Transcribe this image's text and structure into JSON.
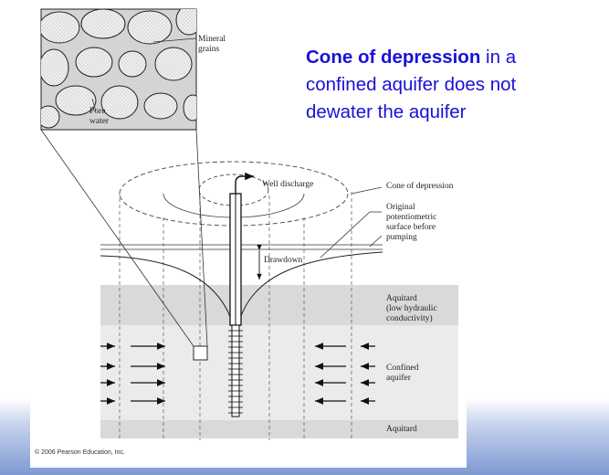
{
  "caption": {
    "bold": "Cone of depression",
    "rest_line1": " in a",
    "line2": "confined aquifer does not",
    "line3": "dewater the aquifer"
  },
  "diagram": {
    "inset_labels": {
      "mineral_grains": [
        "Mineral",
        "grains"
      ],
      "pore_water": [
        "Pore",
        "water"
      ]
    },
    "labels": {
      "well_discharge": "Well discharge",
      "cone_of_depression": "Cone of depression",
      "original_surface": [
        "Original",
        "potentiometric",
        "surface before",
        "pumping"
      ],
      "drawdown": "Drawdown",
      "aquitard_upper": [
        "Aquitard",
        "(low hydraulic",
        "conductivity)"
      ],
      "confined_aquifer": [
        "Confined",
        "aquifer"
      ],
      "aquitard_lower": "Aquitard"
    },
    "colors": {
      "aquitard_fill": "#d9d9d9",
      "aquifer_fill": "#ebebeb",
      "caption_text": "#1a10d8",
      "line": "#222222"
    }
  },
  "copyright": "© 2006 Pearson Education, Inc."
}
